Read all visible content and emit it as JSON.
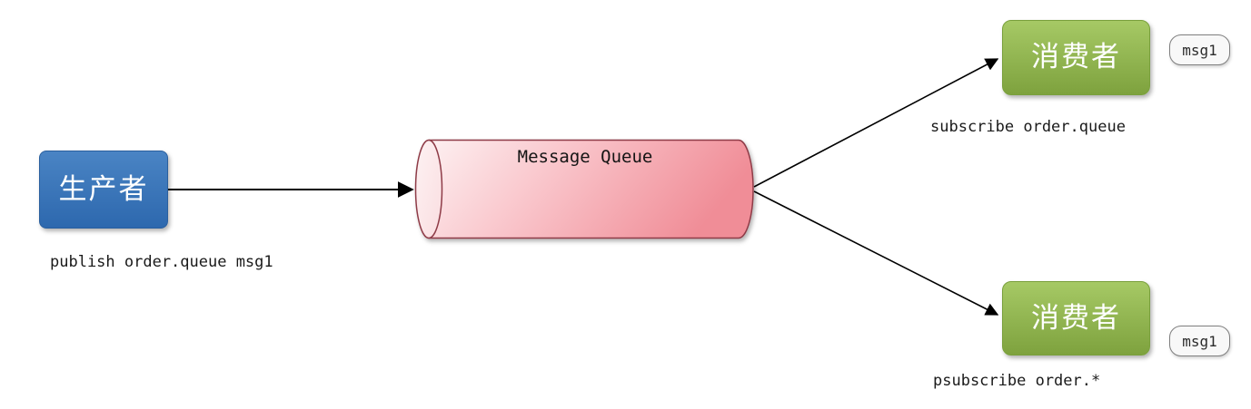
{
  "colors": {
    "producer-blue-top": "#4a84c4",
    "producer-blue-bottom": "#2d68ae",
    "consumer-green-top": "#a6c965",
    "consumer-green-bottom": "#7ea23e",
    "queue-pink-light": "#fdf0f1",
    "queue-pink-dark": "#f18d97",
    "queue-border": "#8e3b47",
    "arrow-color": "#000000",
    "caption-text": "#1a1a1a",
    "badge-bg": "#f8f8f8",
    "badge-border": "#7f7f7f"
  },
  "producer": {
    "label": "生产者",
    "caption": "publish order.queue msg1"
  },
  "queue": {
    "label": "Message Queue"
  },
  "consumers": [
    {
      "label": "消费者",
      "caption": "subscribe order.queue",
      "badge": "msg1"
    },
    {
      "label": "消费者",
      "caption": "psubscribe order.*",
      "badge": "msg1"
    }
  ]
}
